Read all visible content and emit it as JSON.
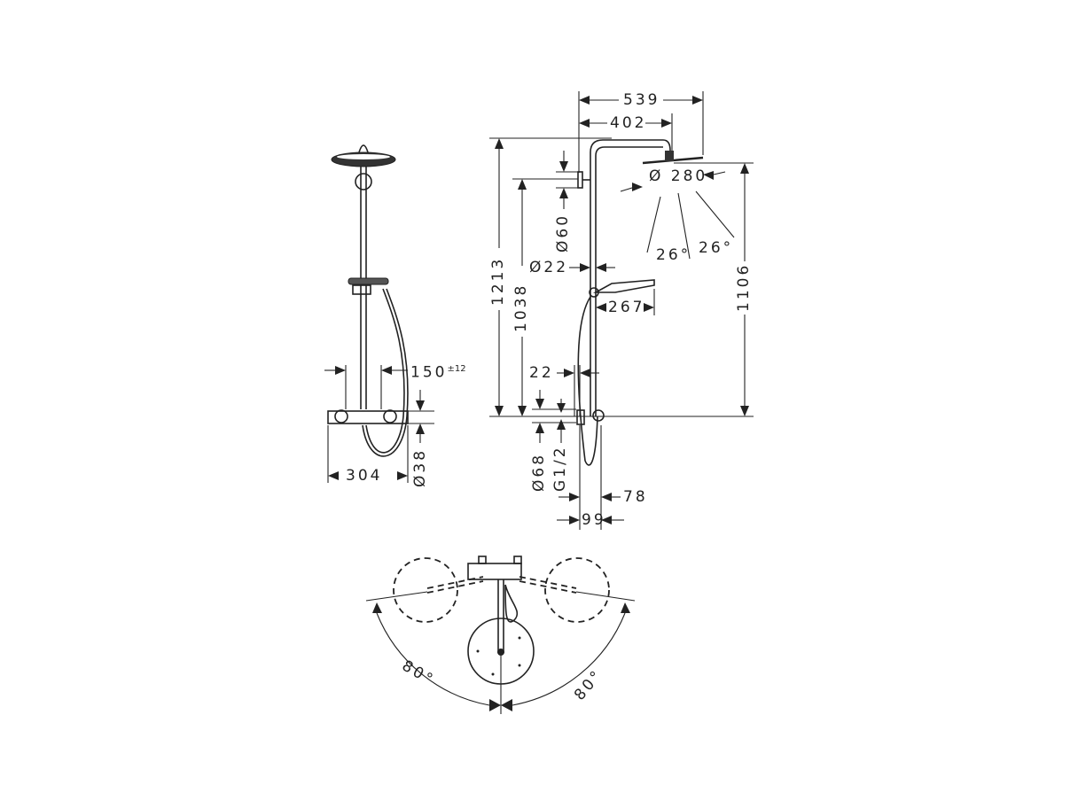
{
  "diagram": {
    "type": "technical-drawing",
    "subject": "shower system dimension drawing",
    "units": "mm",
    "front_view": {
      "valve_spacing": "150",
      "valve_spacing_tolerance": "±12",
      "mixer_width": "304",
      "mixer_diameter": "Ø38"
    },
    "side_view": {
      "overall_depth": "539",
      "arm_reach": "402",
      "total_height": "1213",
      "bracket_height": "1038",
      "head_height": "1106",
      "bracket_diameter": "Ø60",
      "head_diameter": "Ø 280",
      "pipe_diameter": "Ø22",
      "hand_shower_length": "267",
      "spray_angle_left": "26°",
      "spray_angle_right": "26°",
      "wall_offset": "22",
      "mixer_body_diameter": "Ø68",
      "connection_thread": "G1/2",
      "mixer_depth": "78",
      "mixer_projection": "99"
    },
    "top_view": {
      "swivel_angle_left": "80°",
      "swivel_angle_right": "80°"
    }
  }
}
